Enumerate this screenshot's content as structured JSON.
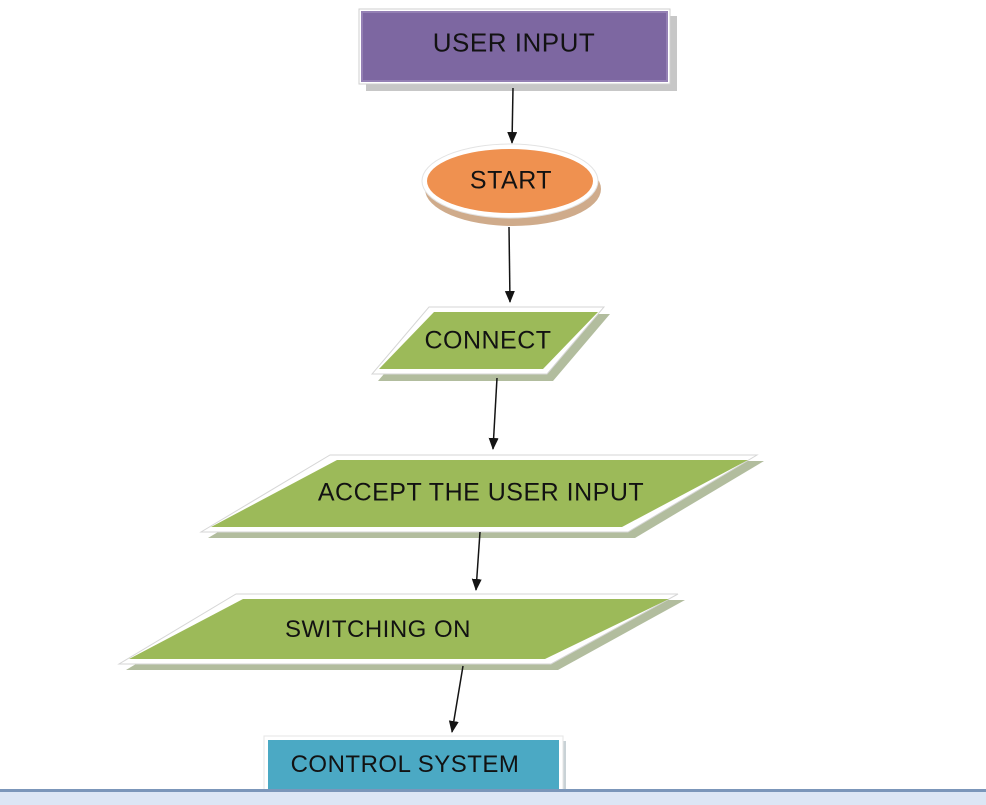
{
  "canvas": {
    "background": "#ffffff"
  },
  "diagram": {
    "nodes": [
      {
        "id": "user-input",
        "label": "USER INPUT",
        "shape": "rectangle",
        "fill": "#7D67A1"
      },
      {
        "id": "start",
        "label": "START",
        "shape": "ellipse",
        "fill": "#EF9150"
      },
      {
        "id": "connect",
        "label": "CONNECT",
        "shape": "parallelogram",
        "fill": "#9CBA59"
      },
      {
        "id": "accept-input",
        "label": "ACCEPT THE USER INPUT",
        "shape": "parallelogram",
        "fill": "#9CBA59"
      },
      {
        "id": "switching-on",
        "label": "SWITCHING ON",
        "shape": "parallelogram",
        "fill": "#9CBA59"
      },
      {
        "id": "control-system",
        "label": "CONTROL SYSTEM",
        "shape": "rectangle",
        "fill": "#4BA9C4"
      }
    ],
    "edges": [
      {
        "from": "user-input",
        "to": "start"
      },
      {
        "from": "start",
        "to": "connect"
      },
      {
        "from": "connect",
        "to": "accept-input"
      },
      {
        "from": "accept-input",
        "to": "switching-on"
      },
      {
        "from": "switching-on",
        "to": "control-system"
      }
    ],
    "arrow_color": "#141414"
  },
  "window_edge": {
    "border_color": "#7B96BA",
    "fill_color": "#DCE6F5"
  }
}
